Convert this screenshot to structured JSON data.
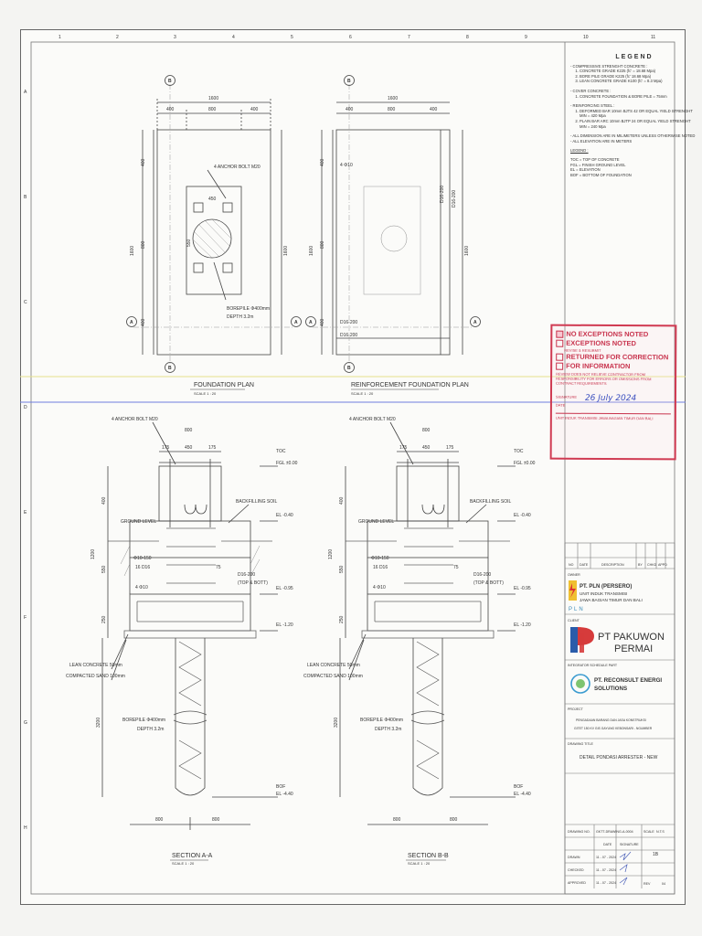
{
  "plans": {
    "foundation": {
      "title": "FOUNDATION PLAN",
      "scale": "SCALE 1 : 20",
      "dims_top": [
        "1600",
        "400",
        "800",
        "400"
      ],
      "dims_side": [
        "400",
        "800",
        "400",
        "1600"
      ],
      "anchor": "4 ANCHOR BOLT M20",
      "inner_dim_top": "450",
      "inner_dim_side": "550",
      "borepile": "BOREPILE Φ400mm",
      "depth": "DEPTH 3.2m"
    },
    "reinforcement": {
      "title": "REINFORCEMENT FOUNDATION PLAN",
      "scale": "SCALE 1 : 20",
      "dims_top": [
        "1600",
        "400",
        "800",
        "400"
      ],
      "dims_side": [
        "400",
        "800",
        "400",
        "1600"
      ],
      "bar_a": "4 Φ10",
      "bar_d16": "D16-200",
      "bar_d16b": "D16-200",
      "bar_d16c": "D16-200"
    },
    "markers": {
      "a": "A",
      "b": "B"
    }
  },
  "sections": {
    "a": {
      "title": "SECTION A-A",
      "scale": "SCALE 1 : 20",
      "anchor": "4 ANCHOR BOLT M20",
      "dim_800": "800",
      "dims_top": [
        "175",
        "450",
        "175"
      ],
      "toc": "TOC",
      "fgl": "FGL ±0.00",
      "el1": "EL -0.40",
      "el2": "EL -0.95",
      "el3": "EL -1.20",
      "bof": "BOF",
      "el4": "EL -4.40",
      "backfill": "BACKFILLING SOIL",
      "ground": "GROUND LEVEL",
      "stirrup": "Φ10-150",
      "main_bar": "16 D16",
      "ties": "4 Φ10",
      "d16": "D16-200",
      "topbot": "(TOP & BOTT)",
      "lean": "LEAN CONCRETE 50mm",
      "sand": "COMPACTED SAND 100mm",
      "borepile": "BOREPILE Φ400mm",
      "depth": "DEPTH 3.2m",
      "left_dims": [
        "1200",
        "400",
        "550",
        "250",
        "3200"
      ],
      "bottom_dims": [
        "800",
        "800"
      ],
      "cover": "75"
    },
    "b": {
      "title": "SECTION B-B",
      "scale": "SCALE 1 : 20"
    }
  },
  "legend": {
    "title": "LEGEND",
    "compressive": "- COMPRESSIVE STRENGHT CONCRETE :",
    "comp_items": [
      "CONCRETE GRADE K225 (fc' = 18.68 Mpa)",
      "BORE PILE GRADE K225 (fc' 18.68 Mpa)",
      "LEAN CONCRETE GRADE K100 (fc' = 8.3 Mpa)"
    ],
    "cover": "- COVER CONCRETE :",
    "cover_items": [
      "CONCRETE FOUNDATION & BORE PILE = 75mm"
    ],
    "steel": "- REINFORCING STEEL :",
    "steel_items": [
      "DEFORMED BAR 10mm BJTS 42 OR EQUAL YIELD STRENGHT MIN = 420 Mpa",
      "PLAIN BAR ARC 10mm BJTP 24 OR EQUAL YIELD STRENGHT MIN = 240 Mpa"
    ],
    "notes": [
      "- ALL DIMENSION ARE IN MILIMETERS UNLESS OTHERWISE NOTED",
      "- ALL ELEVATION ARE IN METERS"
    ],
    "legend_head": "LEGEND :",
    "abbr": [
      "TOC   = TOP OF CONCRETE",
      "FGL   = FINISH GROUND LEVEL",
      "EL     = ELEVATION",
      "BOF   = BOTTOM OF FOUNDATION"
    ]
  },
  "stamp": {
    "no_exceptions": "NO EXCEPTIONS NOTED",
    "exceptions": "EXCEPTIONS NOTED",
    "revise": "REVISE & RESUBMIT",
    "returned": "RETURNED FOR CORRECTION",
    "info": "FOR INFORMATION",
    "review_note": "REVIEW DOES NOT RELIEVE CONTRACTOR FROM RESPONSIBILITY FOR ERRORS OR OMISSIONS FROM CONTRACT REQUIREMENTS",
    "signature": "SIGNATURE",
    "date": "DATE",
    "sign_date": "26 July 2024",
    "unit": "UNIT INDUK TRANSMISI JAWA BAGIAN TIMUR DAN BALI"
  },
  "title_block": {
    "rev_headers": [
      "NO",
      "DATE",
      "DESCRIPTION",
      "BY",
      "CHKD",
      "APPD"
    ],
    "owner_label": "OWNER",
    "owner_name": "PT. PLN (PERSERO)",
    "owner_unit1": "UNIT INDUK TRANSMISI",
    "owner_unit2": "JAWA BAGIAN TIMUR DAN BALI",
    "pln": "PLN",
    "client_label": "CLIENT",
    "client_name1": "PT PAKUWON",
    "client_name2": "PERMAI",
    "integrator_label": "INTEGRATOR SCHEDULE PART",
    "reconsult1": "PT. RECONSULT ENERGI",
    "reconsult2": "SOLUTIONS",
    "project_label": "PROJECT",
    "project1": "PENGADAAN BARANG DAN JASA KONSTRUKSI",
    "project2": "GITET 150 KV GIS GAYUNG KEBONSARI - NGUMBER",
    "drawing_title_label": "DRAWING TITLE",
    "drawing_title": "DETAIL PONDASI ARRESTER - NEW",
    "drawing_no_label": "DRAWING NO.",
    "drawing_no": "GKTT-DRAWING-A-0004",
    "scale_label": "SCALE",
    "scale": "N.T.S",
    "date_label": "DATE",
    "signature_label": "SIGNATURE",
    "rows": [
      {
        "label": "DRAWN",
        "date": "11 - 07 - 2024"
      },
      {
        "label": "CHECKED",
        "date": "11 - 07 - 2024"
      },
      {
        "label": "APPROVED",
        "date": "11 - 07 - 2024"
      }
    ],
    "sheet": "1B",
    "rev_label": "REV",
    "rev": "04"
  },
  "grid": {
    "cols": [
      "1",
      "2",
      "3",
      "4",
      "5",
      "6",
      "7",
      "8",
      "9",
      "10",
      "11"
    ],
    "rows": [
      "A",
      "B",
      "C",
      "D",
      "E",
      "F",
      "G",
      "H"
    ]
  }
}
